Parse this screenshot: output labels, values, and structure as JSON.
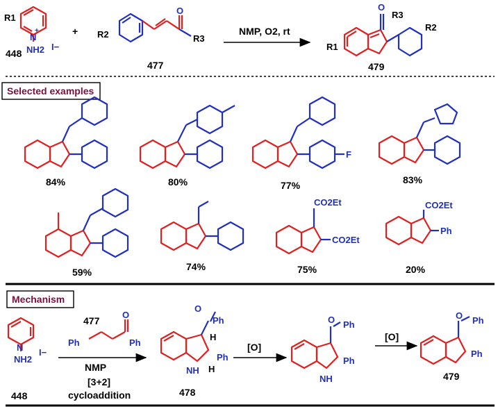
{
  "scheme": {
    "reactant1_id": "448",
    "reactant2_id": "477",
    "product_id": "479",
    "plus": "+",
    "conditions": "NMP, O2, rt",
    "r1": "R1",
    "r2": "R2",
    "r3": "R3",
    "nh2": "NH2",
    "iodide": "I−"
  },
  "examples_title": "Selected examples",
  "examples": [
    {
      "yield": "84%"
    },
    {
      "yield": "80%"
    },
    {
      "yield": "77%"
    },
    {
      "yield": "83%"
    },
    {
      "yield": "59%"
    },
    {
      "yield": "74%"
    },
    {
      "yield": "75%"
    },
    {
      "yield": "20%"
    }
  ],
  "ex_labels": {
    "f": "F",
    "co2et": "CO2Et",
    "ph": "Ph"
  },
  "mechanism_title": "Mechanism",
  "mechanism": {
    "start_id": "448",
    "reagent_id": "477",
    "reagent_ph_left": "Ph",
    "reagent_ph_right": "Ph",
    "solvent": "NMP",
    "cycloaddition_tag": "[3+2]",
    "cycloaddition_word": "cycloaddition",
    "intermediate_id": "478",
    "oxidation1": "[O]",
    "oxidation2": "[O]",
    "final_id": "479",
    "ph": "Ph",
    "h": "H",
    "nh": "NH"
  }
}
